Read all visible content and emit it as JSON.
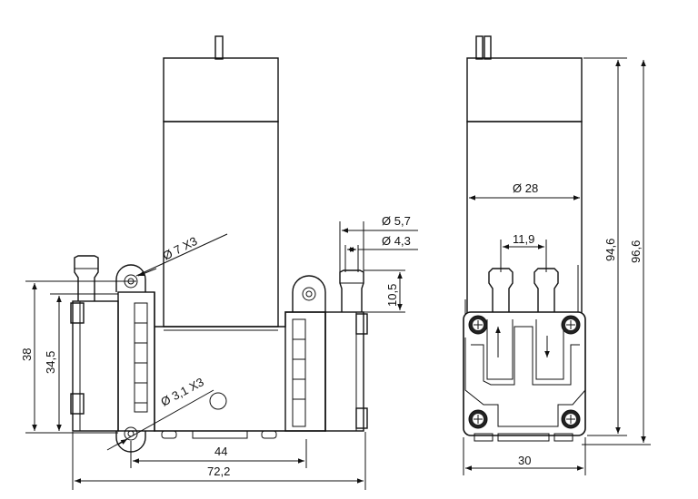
{
  "front_view": {
    "labels": {
      "hole_large": "Ø 7 X3",
      "hole_small": "Ø 3,1 X3",
      "outer_diameter": "Ø 5,7",
      "inner_diameter": "Ø 4,3",
      "barb_height": "10,5",
      "height_total": "38",
      "height_body": "34,5",
      "hole_spacing": "44",
      "width_total": "72,2"
    }
  },
  "side_view": {
    "labels": {
      "motor_diameter": "Ø 28",
      "port_spacing": "11,9",
      "height_body": "94,6",
      "height_total": "96,6",
      "width": "30"
    }
  }
}
